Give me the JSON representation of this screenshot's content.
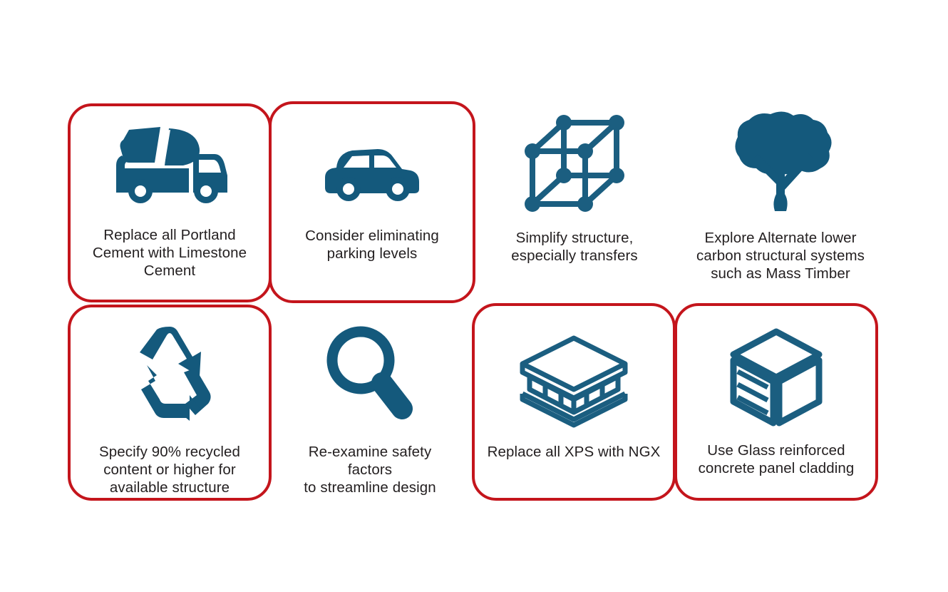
{
  "theme": {
    "icon_color": "#14597c",
    "highlight_border_color": "#c4151c",
    "text_color": "#231f20",
    "background": "#ffffff"
  },
  "cards": [
    {
      "id": "replace-portland-cement",
      "icon": "cement-mixer-truck-icon",
      "label": "Replace all Portland\nCement with Limestone\nCement",
      "highlighted": true
    },
    {
      "id": "eliminate-parking-levels",
      "icon": "car-icon",
      "label": "Consider eliminating\nparking levels",
      "highlighted": true
    },
    {
      "id": "simplify-structure",
      "icon": "cube-node-lattice-icon",
      "label": "Simplify structure,\nespecially transfers",
      "highlighted": false
    },
    {
      "id": "explore-alternate-systems",
      "icon": "tree-icon",
      "label": "Explore Alternate lower\ncarbon structural systems\nsuch as Mass Timber",
      "highlighted": false
    },
    {
      "id": "specify-recycled-content",
      "icon": "recycle-icon",
      "label": "Specify 90% recycled\ncontent or higher for\navailable structure",
      "highlighted": true
    },
    {
      "id": "re-examine-safety-factors",
      "icon": "magnifying-glass-icon",
      "label": "Re-examine safety factors\nto streamline design",
      "highlighted": false
    },
    {
      "id": "replace-xps-with-ngx",
      "icon": "layered-panel-icon",
      "label": "Replace all XPS with NGX",
      "highlighted": true
    },
    {
      "id": "use-grc-panel-cladding",
      "icon": "glass-concrete-cube-icon",
      "label": "Use Glass reinforced\nconcrete panel cladding",
      "highlighted": true
    }
  ]
}
